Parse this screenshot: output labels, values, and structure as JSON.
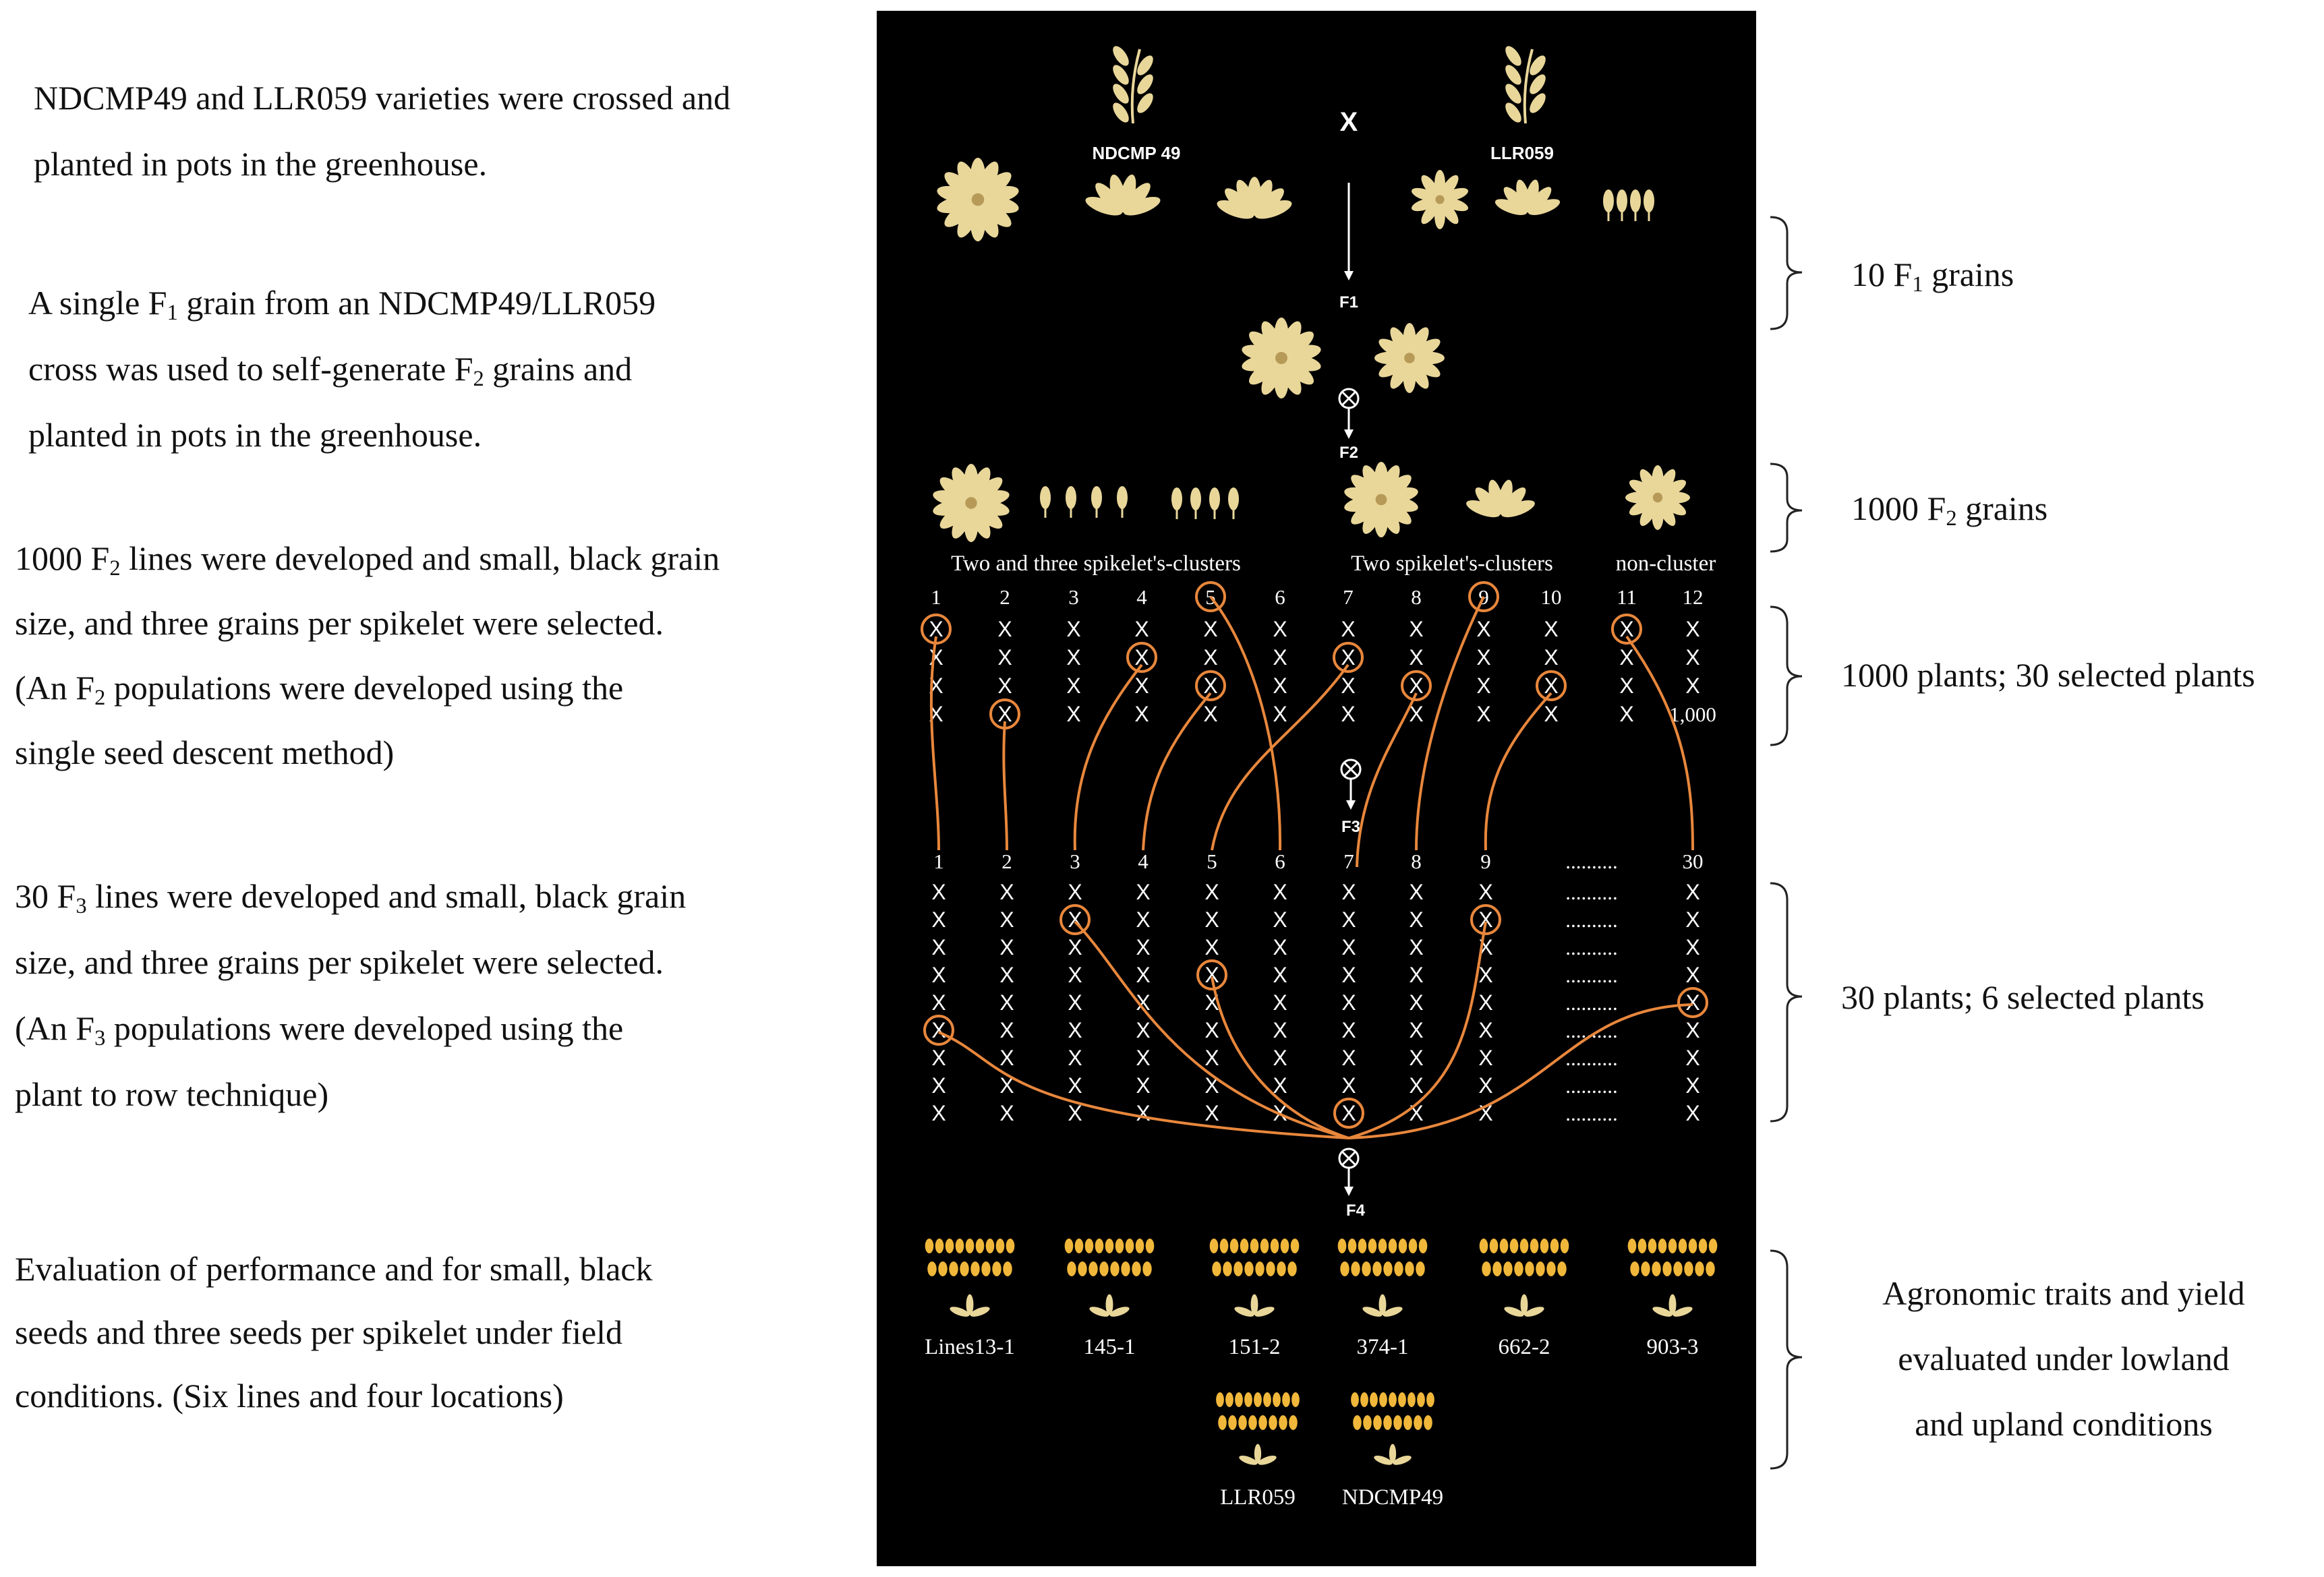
{
  "left_text": {
    "b1": {
      "l1": "NDCMP49 and LLR059 varieties were crossed and",
      "l2": "planted in pots in the greenhouse."
    },
    "b2": {
      "l1a": "A single F",
      "l1sub": "1",
      "l1b": " grain from an NDCMP49/LLR059",
      "l2a": "cross was used to self-generate F",
      "l2sub": "2",
      "l2b": " grains and",
      "l3": "planted in pots in the greenhouse."
    },
    "b3": {
      "l1a": "1000 F",
      "l1sub": "2",
      "l1b": " lines were developed and small, black grain",
      "l2": "size, and three grains per spikelet were selected.",
      "l3a": " (An F",
      "l3sub": "2",
      "l3b": " populations were developed using  the",
      "l4": "single seed descent method)"
    },
    "b4": {
      "l1a": "30 F",
      "l1sub": "3",
      "l1b": " lines were developed and small, black grain",
      "l2": "size, and three grains per spikelet were selected.",
      "l3a": "(An F",
      "l3sub": "3",
      "l3b": " populations were developed using the",
      "l4": "plant to row technique)"
    },
    "b5": {
      "l1": "Evaluation of performance and for small, black",
      "l2": "seeds and three seeds per spikelet under field",
      "l3": "conditions. (Six lines and four locations)"
    }
  },
  "right_text": {
    "r1": {
      "a": "10 F",
      "sub": "1",
      "b": " grains"
    },
    "r2": {
      "a": "1000 F",
      "sub": "2",
      "b": " grains"
    },
    "r3": "1000 plants; 30 selected plants",
    "r4": "30 plants; 6 selected plants",
    "r5": {
      "l1": "Agronomic traits and yield",
      "l2": "evaluated under lowland",
      "l3": "and upland conditions"
    }
  },
  "diagram": {
    "parent1": "NDCMP 49",
    "parent2": "LLR059",
    "cross_symbol": "X",
    "gen_f1": "F1",
    "gen_f2": "F2",
    "gen_f3": "F3",
    "gen_f4": "F4",
    "cluster_labels": [
      "Two and three spikelet's-clusters",
      "Two spikelet's-clusters",
      "non-cluster"
    ],
    "f2_columns": [
      "1",
      "2",
      "3",
      "4",
      "5",
      "6",
      "7",
      "8",
      "9",
      "10",
      "11",
      "12"
    ],
    "f2_last_value": "1,000",
    "f3_columns": [
      "1",
      "2",
      "3",
      "4",
      "5",
      "6",
      "7",
      "8",
      "9"
    ],
    "f3_dots": "..........",
    "f3_last_column": "30",
    "mark": "X",
    "lines": [
      "Lines13-1",
      "145-1",
      "151-2",
      "374-1",
      "662-2",
      "903-3"
    ],
    "checks": [
      "LLR059",
      "NDCMP49"
    ]
  },
  "colors": {
    "panel_bg": "#000000",
    "selection": "#e8873c",
    "grain": "#e9d79a",
    "seed": "#f0b73a"
  }
}
